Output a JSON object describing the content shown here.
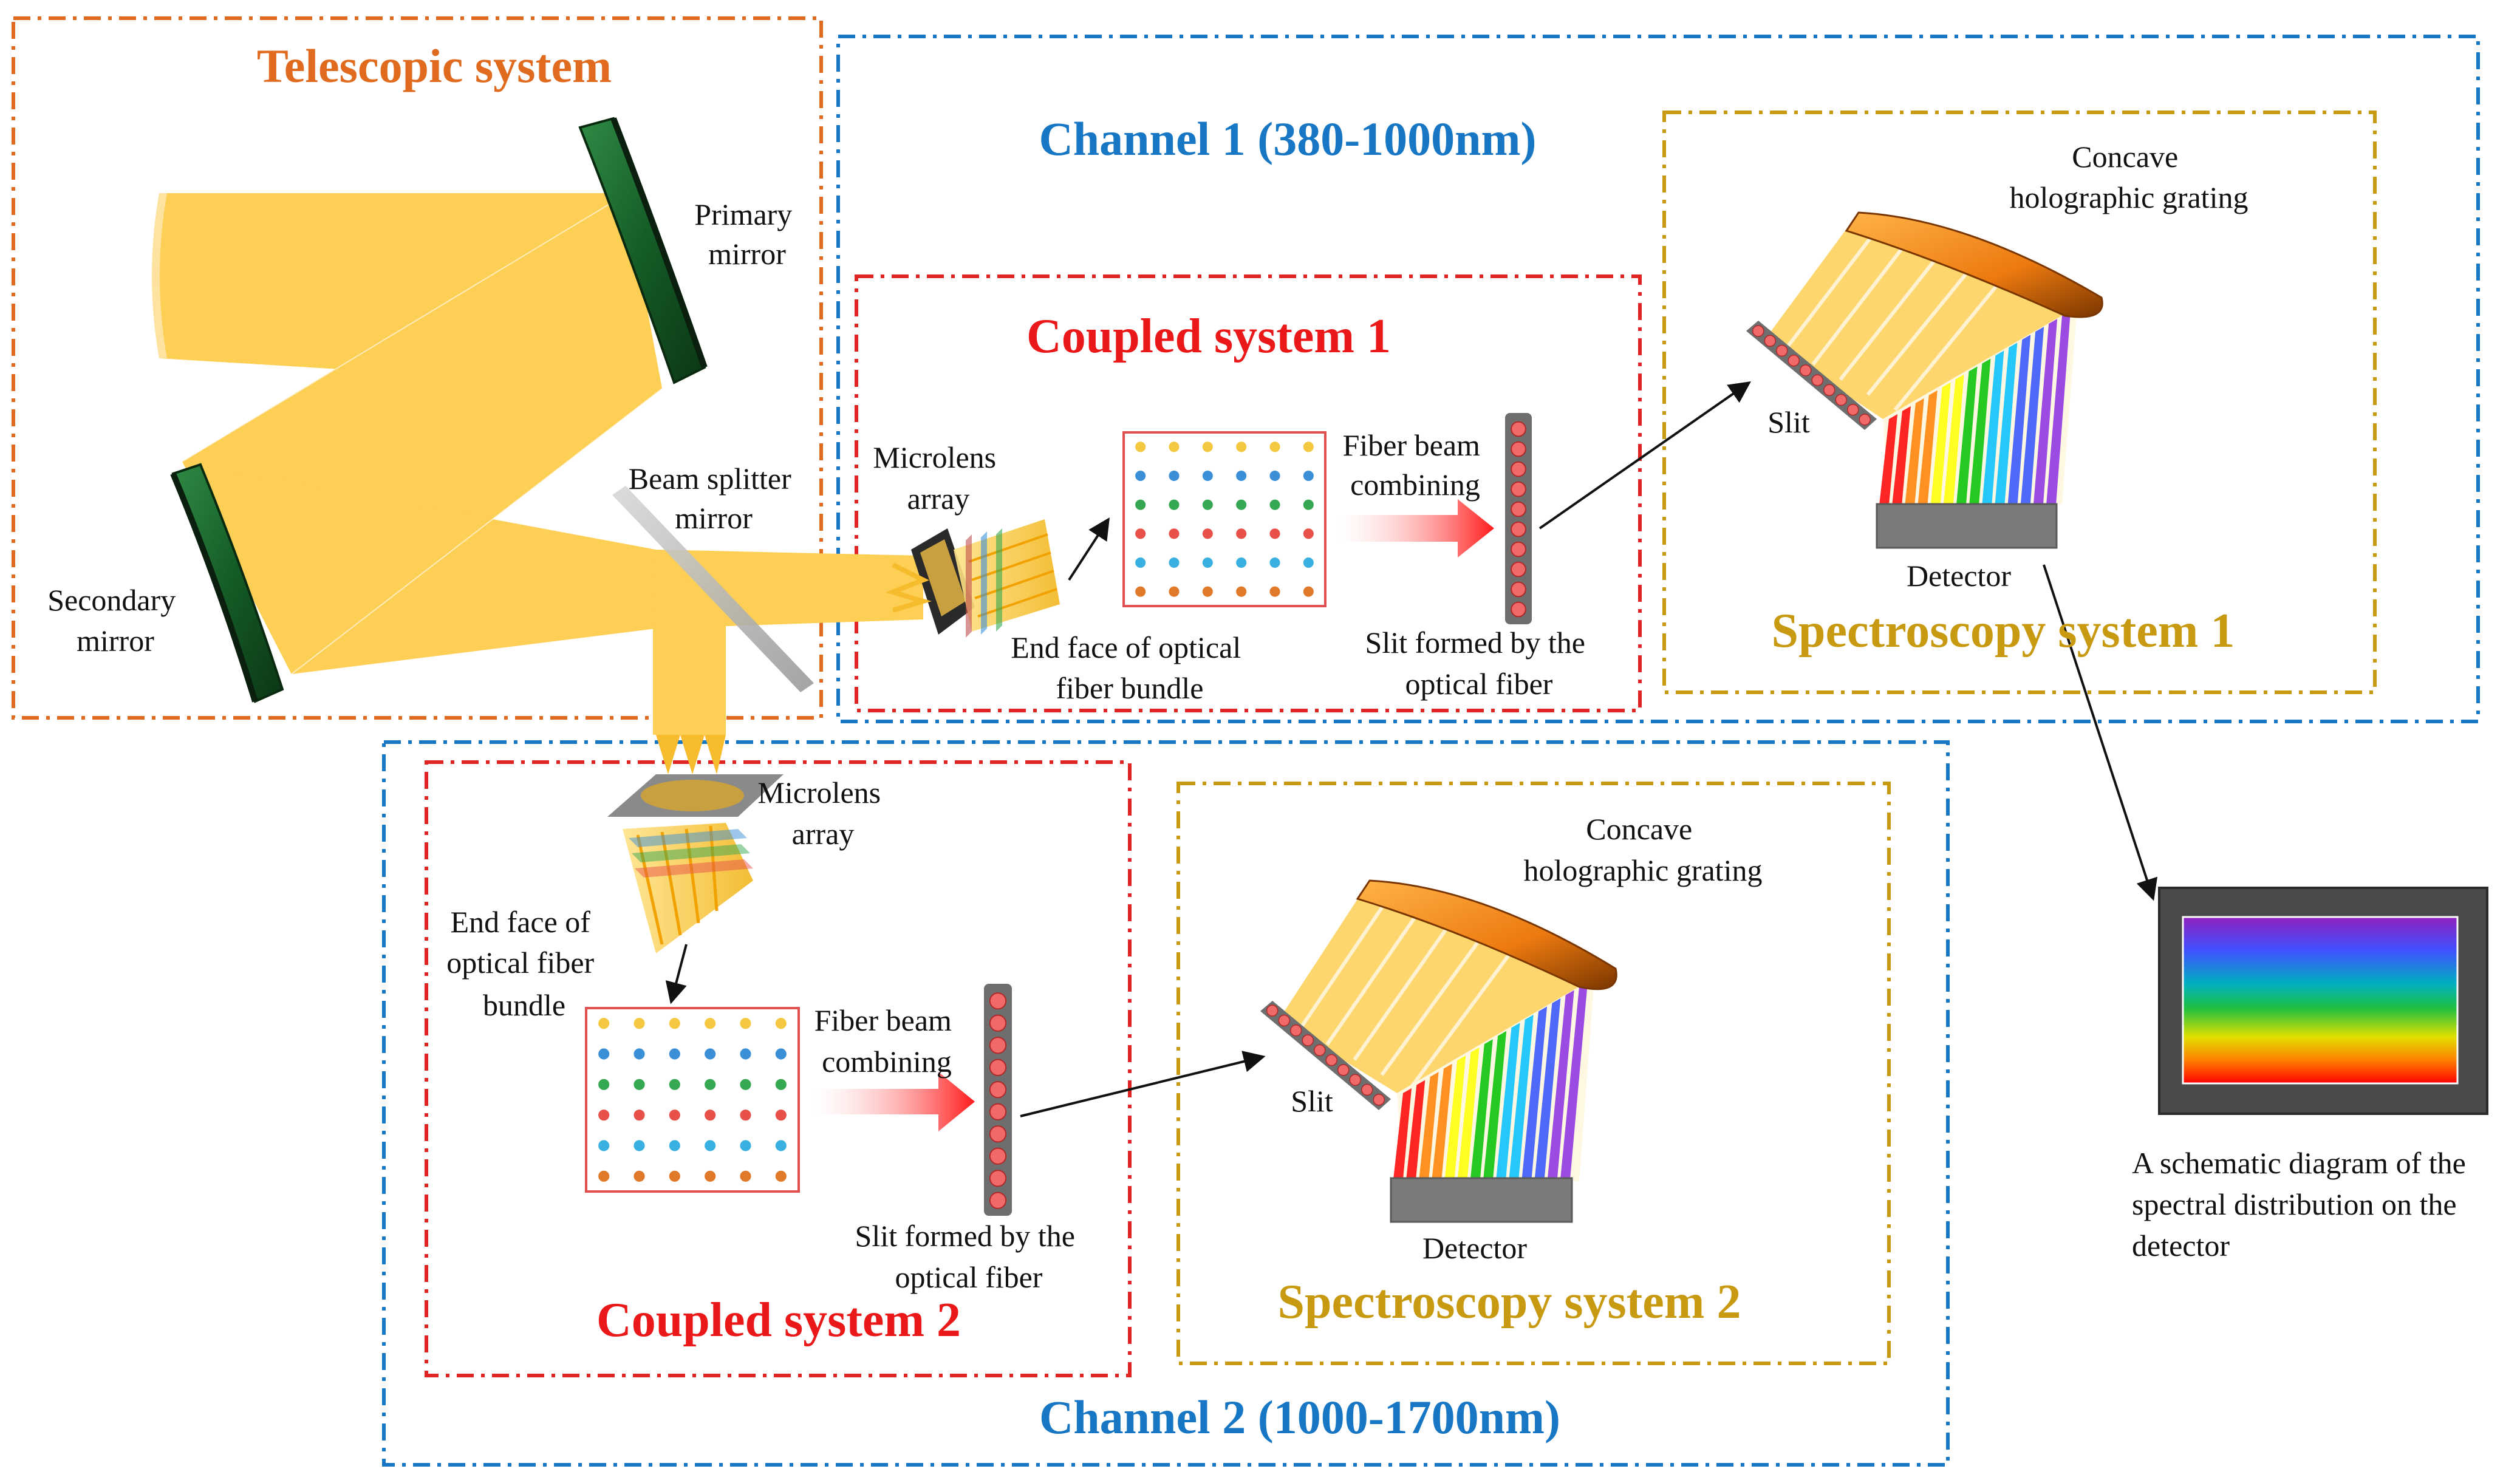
{
  "colors": {
    "telescope_box": "#e06a1e",
    "channel_box": "#1777c4",
    "coupled_box": "#e02424",
    "spectro_box": "#c89a12",
    "beam": "#fdcf55",
    "mirror": "#1f5c2c",
    "arrow_red": "#ff1a1a"
  },
  "titles": {
    "telescopic": "Telescopic system",
    "channel1": "Channel 1 (380-1000nm)",
    "channel2": "Channel 2 (1000-1700nm)",
    "coupled1": "Coupled system 1",
    "coupled2": "Coupled system 2",
    "spectro1": "Spectroscopy system 1",
    "spectro2": "Spectroscopy system 2"
  },
  "labels": {
    "primary_mirror": [
      "Primary",
      "mirror"
    ],
    "secondary_mirror": [
      "Secondary",
      "mirror"
    ],
    "beam_splitter": [
      "Beam splitter",
      "mirror"
    ],
    "microlens1": [
      "Microlens",
      "array"
    ],
    "microlens2": [
      "Microlens",
      "array"
    ],
    "endface1": [
      "End face of optical",
      "fiber bundle"
    ],
    "endface2": [
      "End face of",
      "optical fiber",
      "bundle"
    ],
    "fiber_comb1": [
      "Fiber beam",
      "combining"
    ],
    "fiber_comb2": [
      "Fiber beam",
      "combining"
    ],
    "slit_fiber1": [
      "Slit formed by the",
      "optical fiber"
    ],
    "slit_fiber2": [
      "Slit formed by the",
      "optical fiber"
    ],
    "grating1": [
      "Concave",
      "holographic grating"
    ],
    "grating2": [
      "Concave",
      "holographic grating"
    ],
    "slit1": "Slit",
    "slit2": "Slit",
    "detector1": "Detector",
    "detector2": "Detector",
    "schematic": [
      "A schematic diagram of the",
      "spectral distribution on the",
      "detector"
    ]
  },
  "fiber_grid": {
    "rows": 6,
    "cols": 6,
    "row_colors": [
      "#f5c842",
      "#3a8fd6",
      "#36a852",
      "#e8514a",
      "#3ab0e0",
      "#e07a2a"
    ]
  },
  "spectrum_colors": [
    "#ff0000",
    "#ff7f00",
    "#ffff00",
    "#00c000",
    "#00bfff",
    "#3050ff",
    "#8a2be2"
  ]
}
